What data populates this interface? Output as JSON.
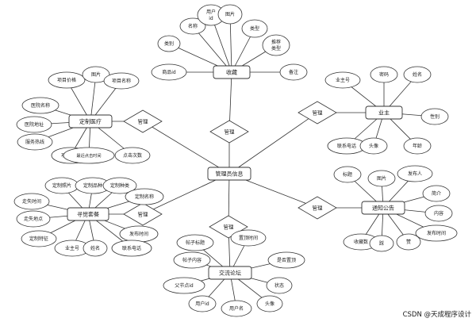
{
  "diagram": {
    "center": "管理员信息",
    "entities": [
      {
        "id": "fav",
        "label": "收藏"
      },
      {
        "id": "med",
        "label": "定制医疗"
      },
      {
        "id": "pkg",
        "label": "寻觉套餐"
      },
      {
        "id": "forum",
        "label": "交流论坛"
      },
      {
        "id": "notice",
        "label": "通知公告"
      },
      {
        "id": "owner",
        "label": "业主"
      }
    ],
    "attributes": [
      {
        "entity": "fav",
        "label": "类别"
      },
      {
        "entity": "fav",
        "label": "名称"
      },
      {
        "entity": "fav",
        "label": "用户id"
      },
      {
        "entity": "fav",
        "label": "图片"
      },
      {
        "entity": "fav",
        "label": "类型"
      },
      {
        "entity": "fav",
        "label": "推荐类型"
      },
      {
        "entity": "fav",
        "label": "商品id"
      },
      {
        "entity": "fav",
        "label": "备注"
      },
      {
        "entity": "med",
        "label": "项目价格"
      },
      {
        "entity": "med",
        "label": "图片"
      },
      {
        "entity": "med",
        "label": "项目名称"
      },
      {
        "entity": "med",
        "label": "医院名称"
      },
      {
        "entity": "med",
        "label": "医院地址"
      },
      {
        "entity": "med",
        "label": "服务热线"
      },
      {
        "entity": "med",
        "label": "项目介绍"
      },
      {
        "entity": "med",
        "label": "最近点击时间"
      },
      {
        "entity": "med",
        "label": "点击次数"
      },
      {
        "entity": "pkg",
        "label": "定制照片"
      },
      {
        "entity": "pkg",
        "label": "定制品种"
      },
      {
        "entity": "pkg",
        "label": "定制种类"
      },
      {
        "entity": "pkg",
        "label": "走失时间"
      },
      {
        "entity": "pkg",
        "label": "定制名称"
      },
      {
        "entity": "pkg",
        "label": "走失地点"
      },
      {
        "entity": "pkg",
        "label": "定制特征"
      },
      {
        "entity": "pkg",
        "label": "发布时间"
      },
      {
        "entity": "pkg",
        "label": "业主号"
      },
      {
        "entity": "pkg",
        "label": "姓名"
      },
      {
        "entity": "pkg",
        "label": "联系电话"
      },
      {
        "entity": "forum",
        "label": "帖子标题"
      },
      {
        "entity": "forum",
        "label": "置顶时间"
      },
      {
        "entity": "forum",
        "label": "帖子内容"
      },
      {
        "entity": "forum",
        "label": "是否置顶"
      },
      {
        "entity": "forum",
        "label": "父节点id"
      },
      {
        "entity": "forum",
        "label": "状态"
      },
      {
        "entity": "forum",
        "label": "用户id"
      },
      {
        "entity": "forum",
        "label": "用户名"
      },
      {
        "entity": "forum",
        "label": "头像"
      },
      {
        "entity": "notice",
        "label": "标题"
      },
      {
        "entity": "notice",
        "label": "图片"
      },
      {
        "entity": "notice",
        "label": "发布人"
      },
      {
        "entity": "notice",
        "label": "简介"
      },
      {
        "entity": "notice",
        "label": "内容"
      },
      {
        "entity": "notice",
        "label": "发布时间"
      },
      {
        "entity": "notice",
        "label": "收藏数"
      },
      {
        "entity": "notice",
        "label": "踩"
      },
      {
        "entity": "notice",
        "label": "赞"
      },
      {
        "entity": "owner",
        "label": "业主号"
      },
      {
        "entity": "owner",
        "label": "密码"
      },
      {
        "entity": "owner",
        "label": "姓名"
      },
      {
        "entity": "owner",
        "label": "性别"
      },
      {
        "entity": "owner",
        "label": "联系电话"
      },
      {
        "entity": "owner",
        "label": "头像"
      },
      {
        "entity": "owner",
        "label": "年龄"
      }
    ],
    "relations": [
      {
        "entity": "fav",
        "label": "管理"
      },
      {
        "entity": "med",
        "label": "管理"
      },
      {
        "entity": "pkg",
        "label": "管理"
      },
      {
        "entity": "forum",
        "label": "管理"
      },
      {
        "entity": "notice",
        "label": "管理"
      },
      {
        "entity": "owner",
        "label": "管理"
      }
    ],
    "watermark": "CSDN @天成程序设计"
  }
}
